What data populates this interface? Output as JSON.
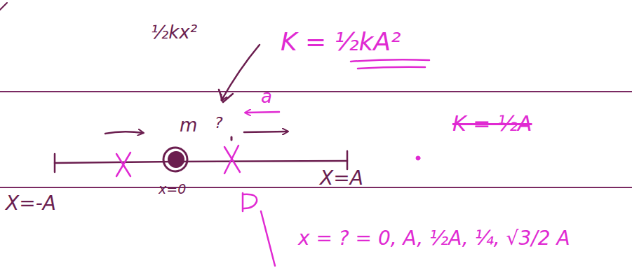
{
  "diagram": {
    "labels": [
      "½kx²",
      "K = ½kA²",
      "m",
      "?",
      "a",
      "X=-A",
      "x=0",
      "X=A",
      "K = ½A",
      "x = ? = 0, A, ½A, ¼, √3/2 A"
    ]
  }
}
